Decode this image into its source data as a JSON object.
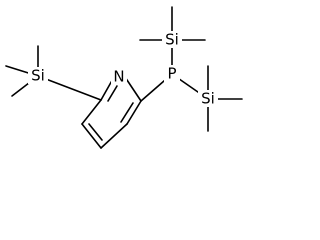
{
  "molecule": {
    "atoms": {
      "ring_nitrogen": "N",
      "phosphorus": "P",
      "silicon_left": "Si",
      "silicon_top": "Si",
      "silicon_bottom": "Si"
    },
    "colors": {
      "bond": "#000000",
      "label": "#000000",
      "background": "#ffffff"
    }
  }
}
